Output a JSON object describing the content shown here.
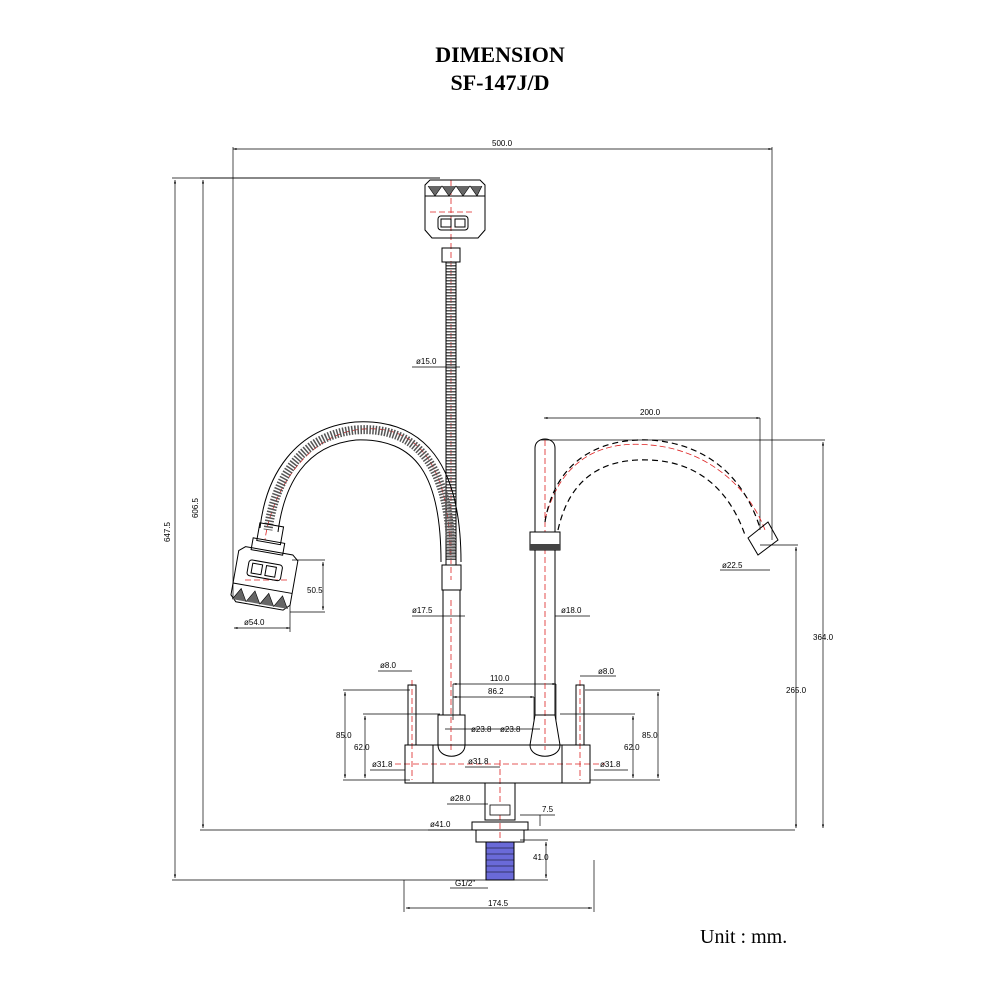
{
  "title": "DIMENSION",
  "model": "SF-147J/D",
  "unit": "Unit : mm.",
  "dimensions": {
    "total_width": "500.0",
    "spout_reach": "200.0",
    "hose_dia": "ø15.0",
    "total_height": "647.5",
    "height_606": "606.5",
    "head_height": "50.5",
    "head_dia": "ø54.0",
    "aerator_dia": "ø22.5",
    "stem_left_dia": "ø17.5",
    "stem_right_dia": "ø18.0",
    "spout_height": "364.0",
    "spout_outlet_height": "265.0",
    "handle_left_dia": "ø8.0",
    "handle_right_dia": "ø8.0",
    "center_110": "110.0",
    "center_86": "86.2",
    "left_85": "85.0",
    "right_85": "85.0",
    "left_62": "62.0",
    "right_62": "62.0",
    "body_left_dia": "ø23.8",
    "body_right_dia": "ø23.8",
    "cross_left_dia": "ø31.8",
    "cross_mid_dia": "ø31.8",
    "cross_right_dia": "ø31.8",
    "neck_dia": "ø28.0",
    "nut_dia": "ø41.0",
    "nut_offset": "7.5",
    "thread_len": "41.0",
    "thread": "G1/2\"",
    "base_width": "174.5"
  }
}
